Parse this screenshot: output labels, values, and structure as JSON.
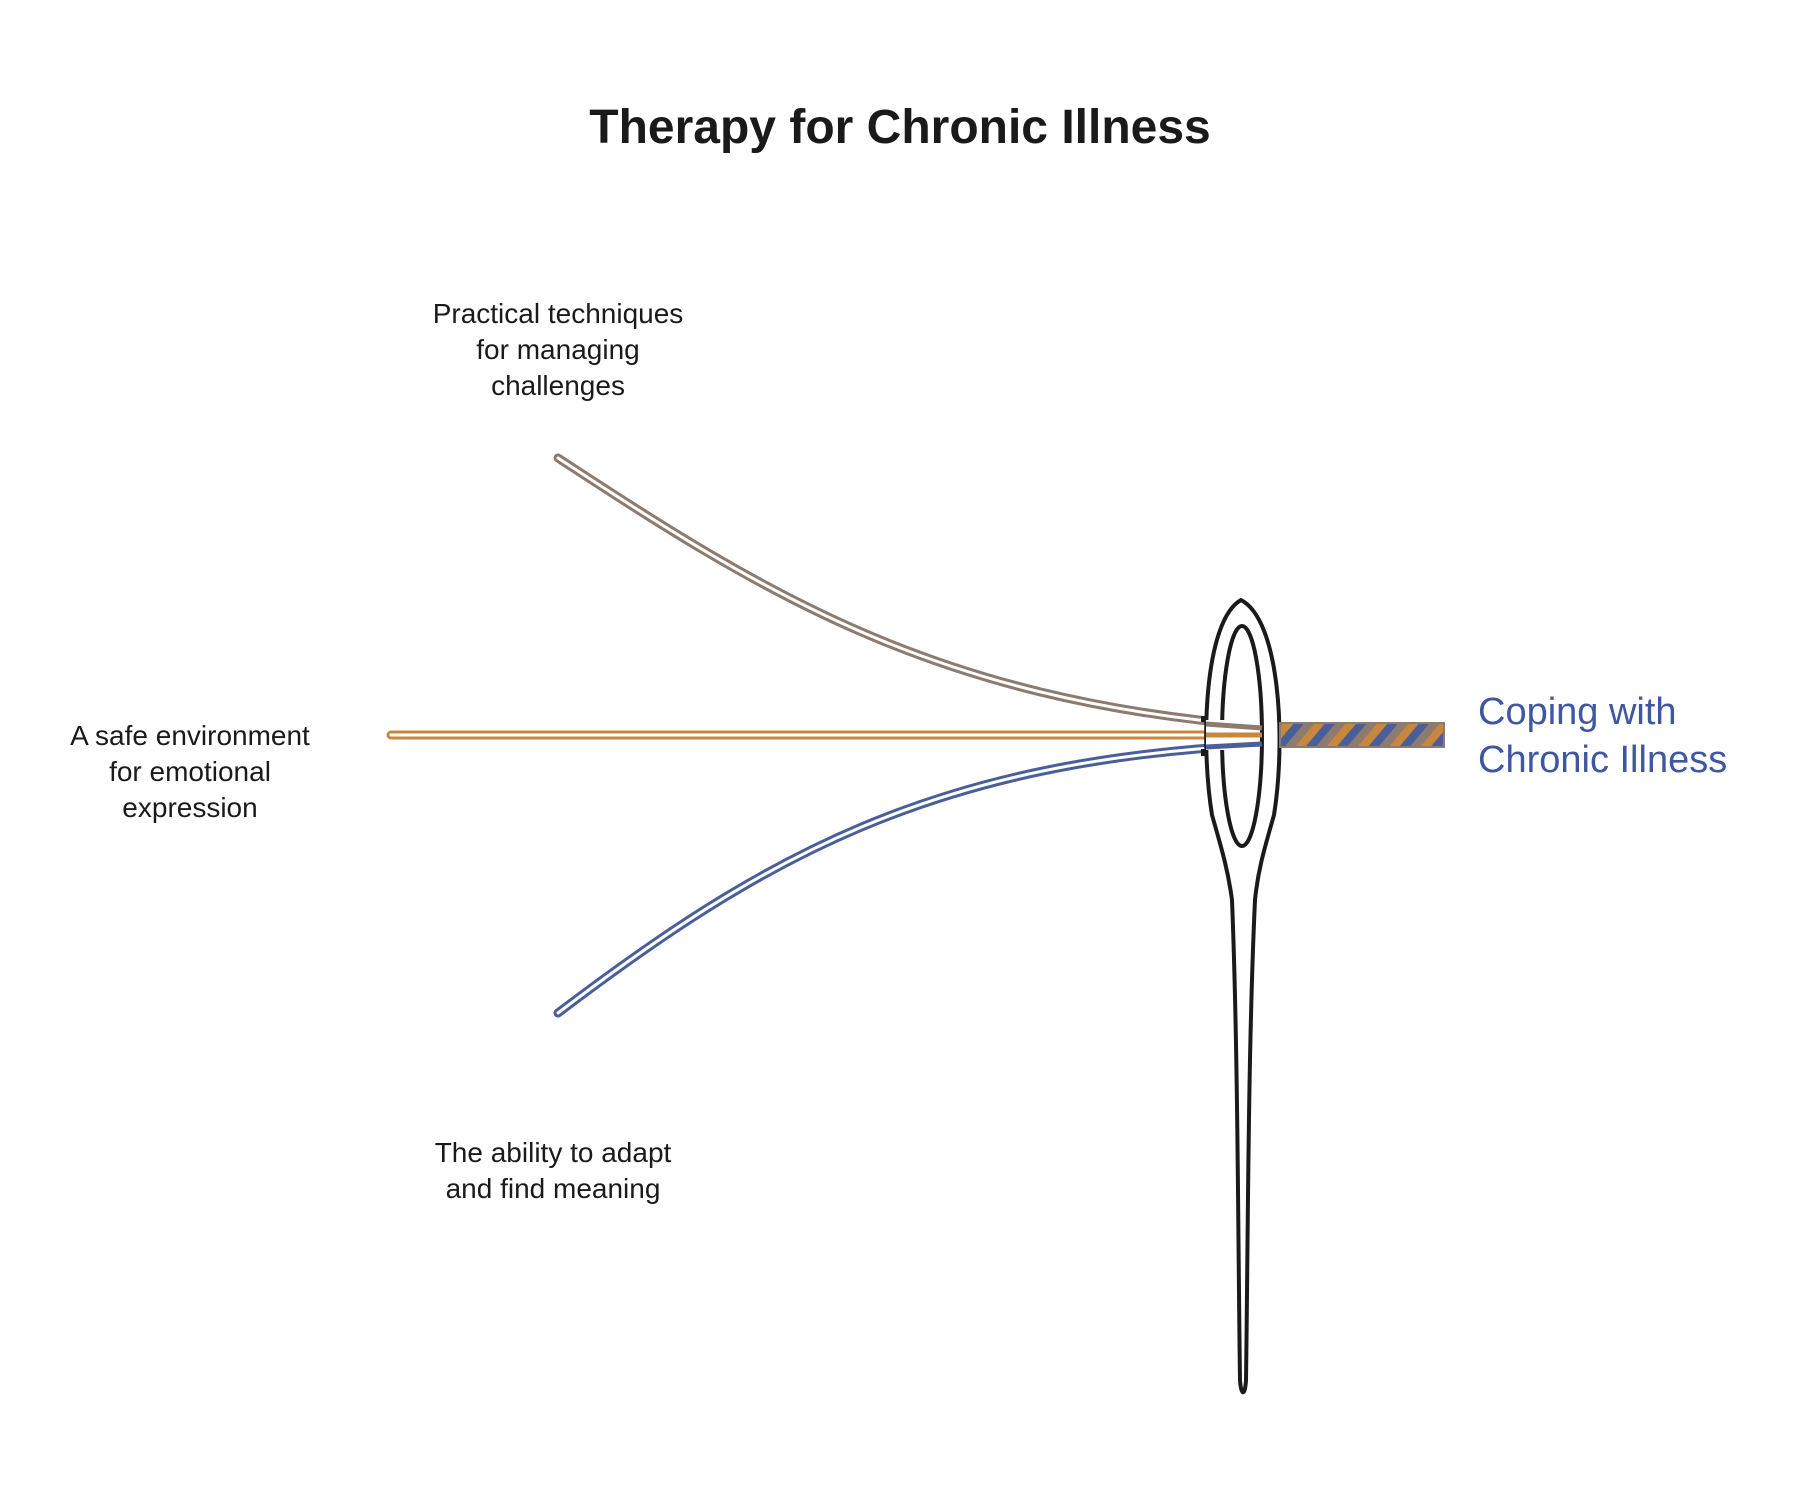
{
  "title": "Therapy for Chronic Illness",
  "threads": [
    {
      "label": [
        "Practical techniques",
        "for managing",
        "challenges"
      ],
      "color": "#8c7b6e"
    },
    {
      "label": [
        "A safe environment",
        "for emotional",
        "expression"
      ],
      "color": "#c8873e"
    },
    {
      "label": [
        "The ability to adapt",
        "and find meaning"
      ],
      "color": "#4a5f9a"
    }
  ],
  "outcome": {
    "label": [
      "Coping with",
      "Chronic Illness"
    ],
    "color": "#3f57a0"
  },
  "needle_icon": "sewing-needle-icon",
  "colors": {
    "text": "#1a1a1a",
    "needle": "#1a1a1a"
  }
}
